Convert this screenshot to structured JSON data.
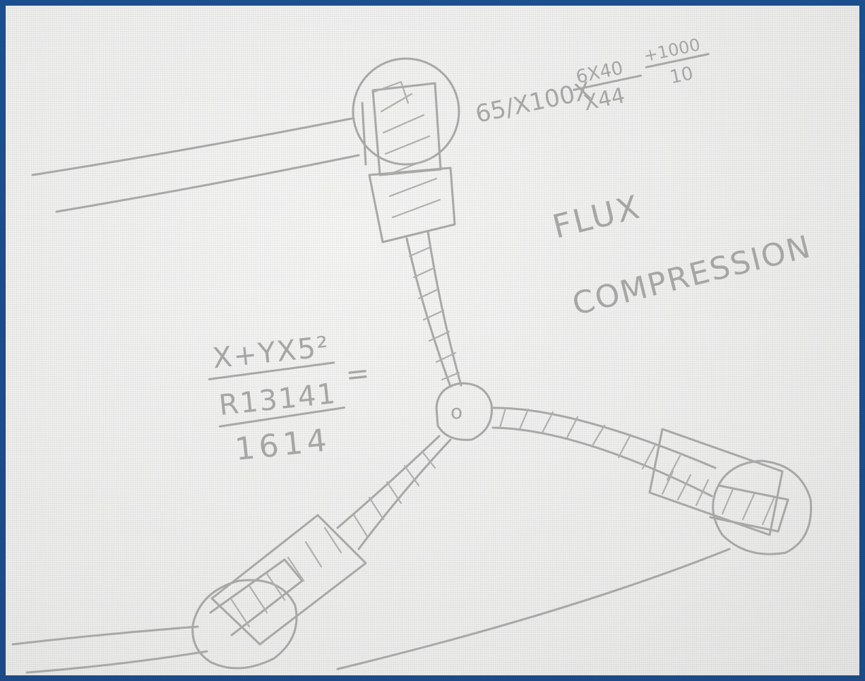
{
  "diagram": {
    "colors": {
      "frame": "#1d4a86",
      "paper": "#f1f1f0",
      "pencil": "#a8a8a6"
    },
    "labels": {
      "title_line1": "FLUX",
      "title_line2": "COMPRESSION",
      "formula_top_a": "65/X100X",
      "formula_top_frac1_num": "6X40",
      "formula_top_frac1_den": "X44",
      "formula_top_frac2_num": "+1000",
      "formula_top_frac2_den": "10",
      "formula_left_num": "X+YX5²",
      "formula_left_mid": "R13141",
      "formula_left_den": "1614",
      "formula_left_equals": "=",
      "hub_mark": "o"
    }
  }
}
